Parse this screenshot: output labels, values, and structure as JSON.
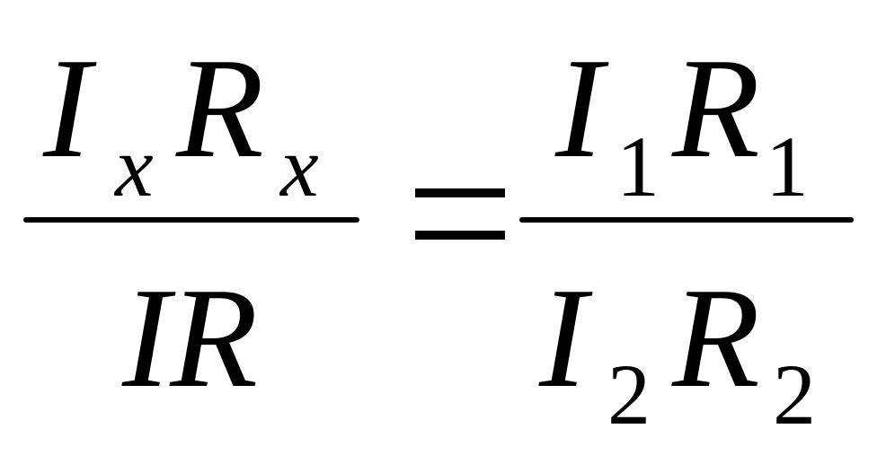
{
  "equation": {
    "lhs": {
      "numerator": {
        "current_symbol": "I",
        "current_subscript": "x",
        "resistance_symbol": "R",
        "resistance_subscript": "x"
      },
      "denominator": {
        "text": "IR"
      }
    },
    "operator": "=",
    "rhs": {
      "numerator": {
        "current_symbol": "I",
        "current_subscript": "1",
        "resistance_symbol": "R",
        "resistance_subscript": "1"
      },
      "denominator": {
        "current_symbol": "I",
        "current_subscript": "2",
        "resistance_symbol": "R",
        "resistance_subscript": "2"
      }
    }
  }
}
